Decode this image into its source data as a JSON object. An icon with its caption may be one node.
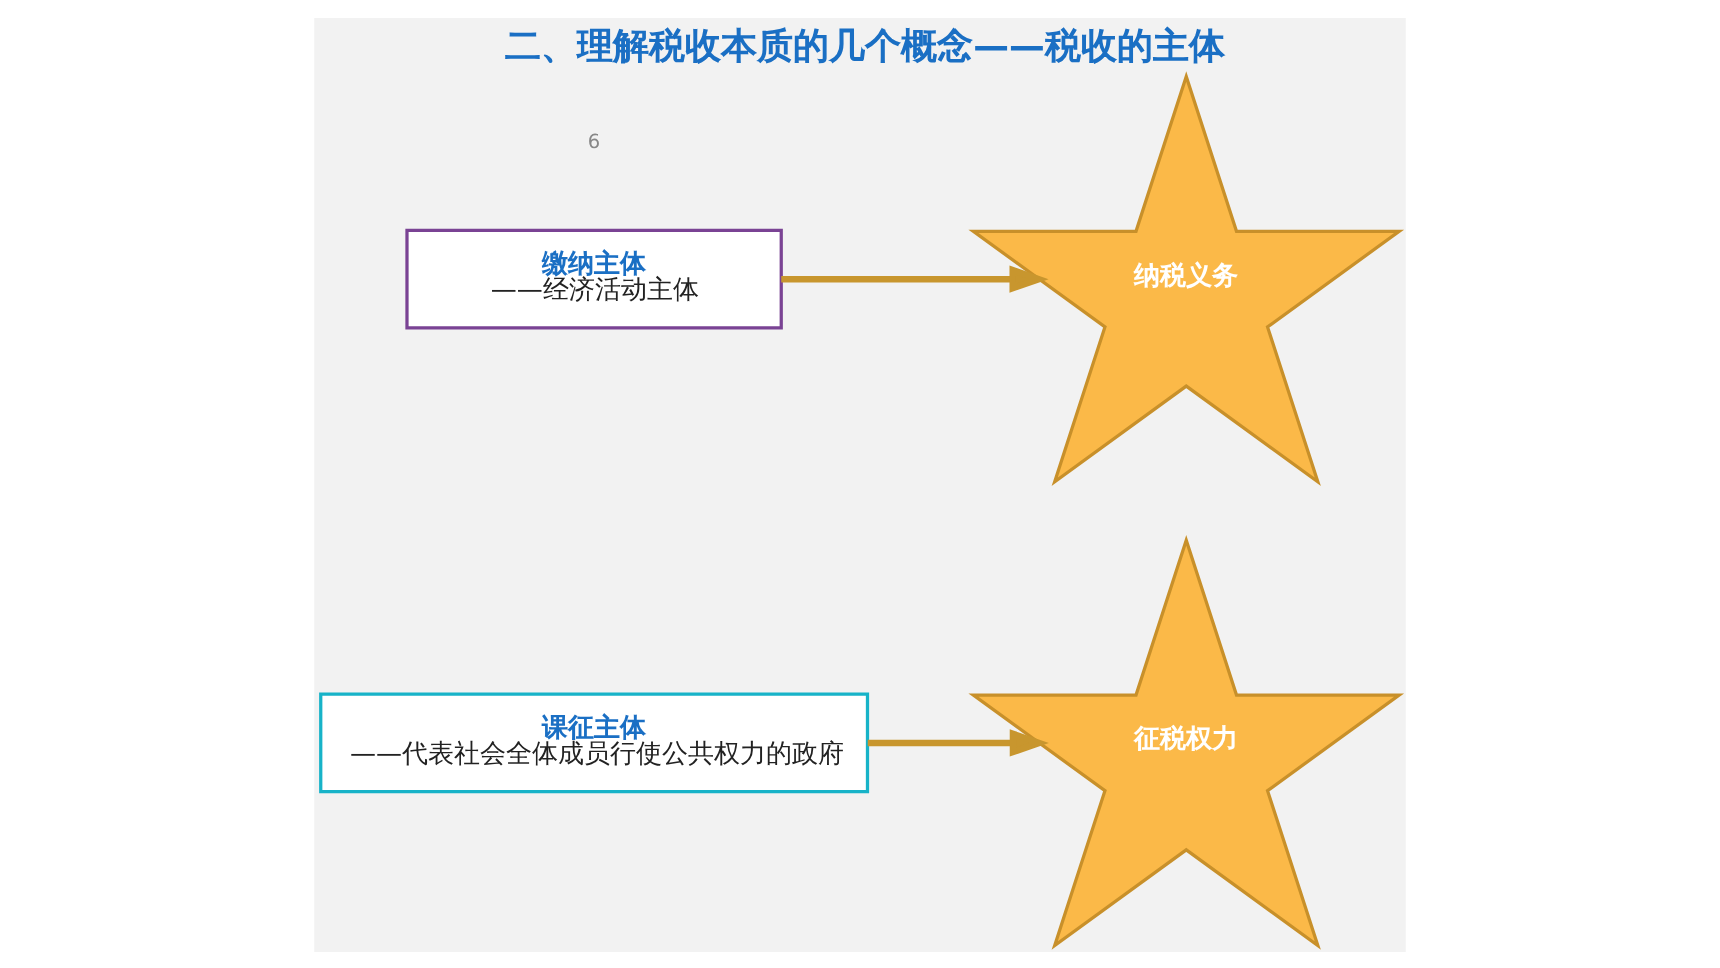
{
  "diagram": {
    "title": "二、理解税收本质的几个概念——税收的主体",
    "nodes": [
      {
        "text": [
          "课征主体",
          "——代表社会全体成员行使公共权力的政府"
        ]
      },
      {
        "text": [
          "缴纳主体",
          "——经济活动主体"
        ]
      },
      {
        "text": [
          "征税权力"
        ]
      },
      {
        "text": [
          "纳税义务"
        ]
      }
    ],
    "edges": [
      {
        "from": 0,
        "to": 2,
        "arrow": "to"
      },
      {
        "from": 1,
        "to": 3,
        "arrow": "to"
      }
    ],
    "labels": [
      "6"
    ]
  }
}
